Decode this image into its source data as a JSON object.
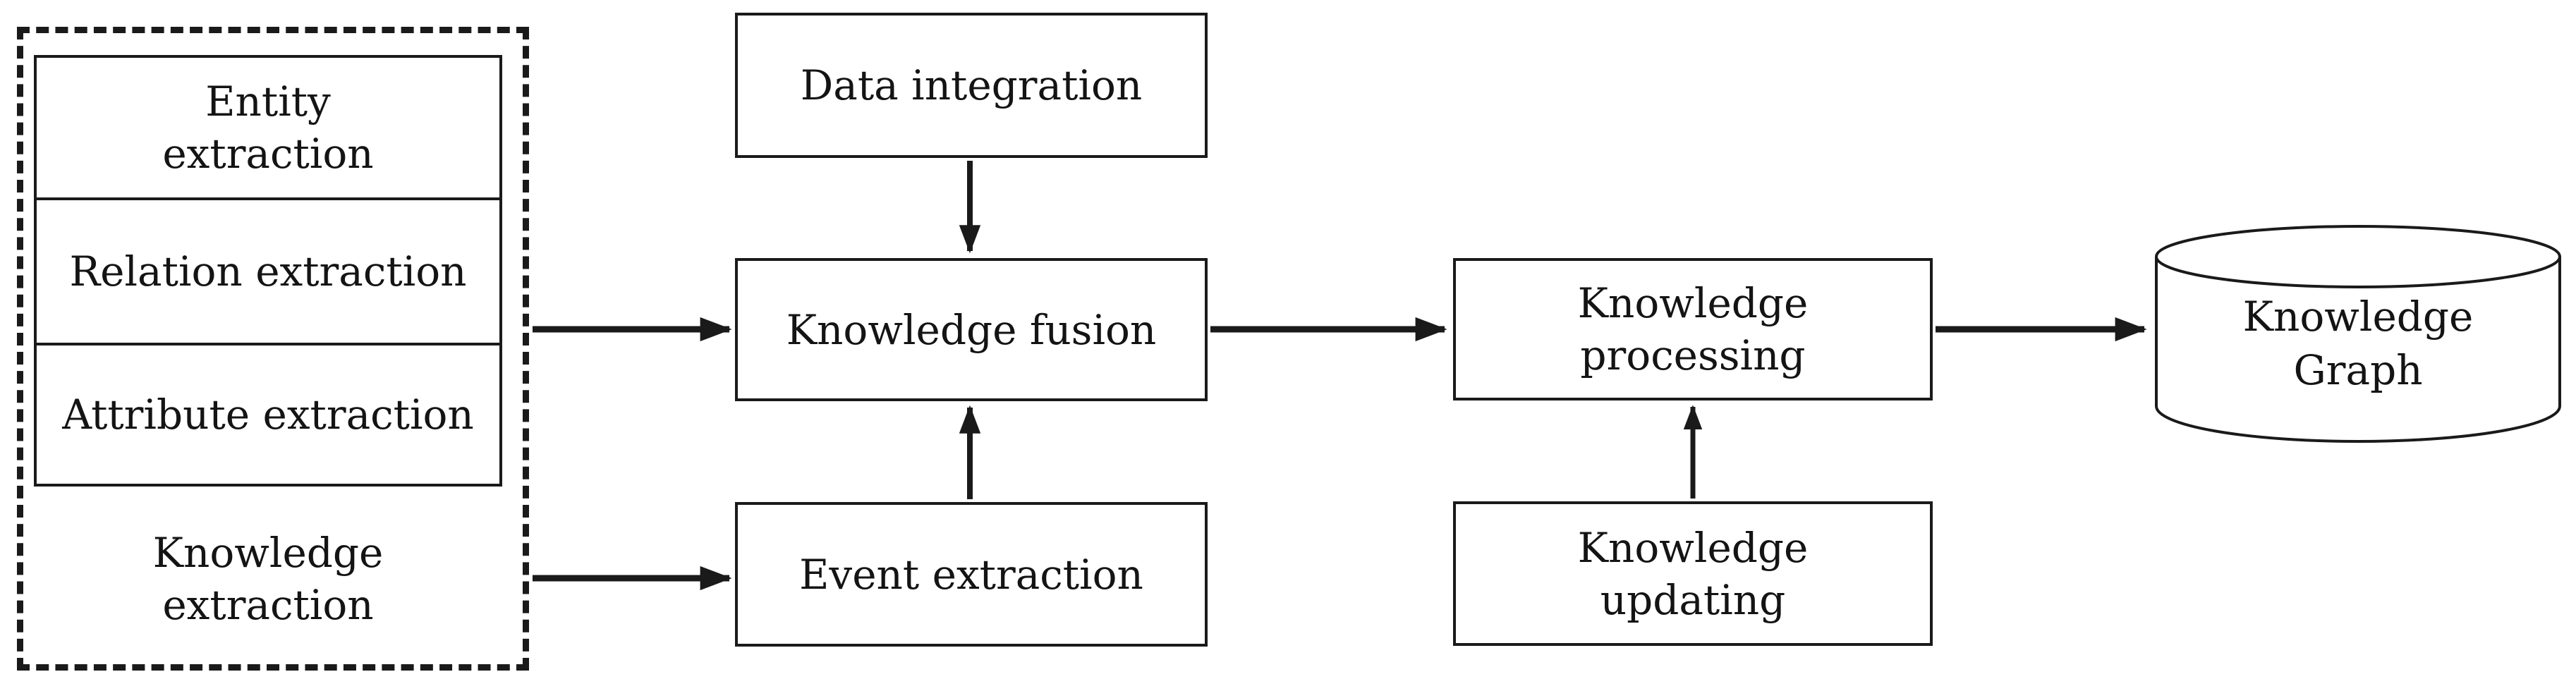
{
  "diagram": {
    "background_color": "#ffffff",
    "line_color": "#1a1a1a",
    "extraction_group": {
      "caption": {
        "line1": "Knowledge",
        "line2": "extraction"
      },
      "sub_boxes": [
        {
          "line1": "Entity",
          "line2": "extraction"
        },
        {
          "label": "Relation extraction"
        },
        {
          "label": "Attribute extraction"
        }
      ]
    },
    "nodes": {
      "data_integration": {
        "label": "Data integration",
        "shape": "rectangle"
      },
      "knowledge_fusion": {
        "label": "Knowledge fusion",
        "shape": "rectangle"
      },
      "event_extraction": {
        "label": "Event extraction",
        "shape": "rectangle"
      },
      "knowledge_processing": {
        "line1": "Knowledge",
        "line2": "processing",
        "shape": "rectangle"
      },
      "knowledge_updating": {
        "line1": "Knowledge",
        "line2": "updating",
        "shape": "rectangle"
      },
      "knowledge_graph": {
        "line1": "Knowledge",
        "line2": "Graph",
        "shape": "cylinder"
      }
    },
    "edges": [
      {
        "from": "knowledge-extraction-group",
        "to": "knowledge-fusion"
      },
      {
        "from": "data-integration",
        "to": "knowledge-fusion"
      },
      {
        "from": "event-extraction",
        "to": "knowledge-fusion"
      },
      {
        "from": "knowledge-extraction-group",
        "to": "event-extraction"
      },
      {
        "from": "knowledge-fusion",
        "to": "knowledge-processing"
      },
      {
        "from": "knowledge-updating",
        "to": "knowledge-processing"
      },
      {
        "from": "knowledge-processing",
        "to": "knowledge-graph"
      }
    ]
  }
}
